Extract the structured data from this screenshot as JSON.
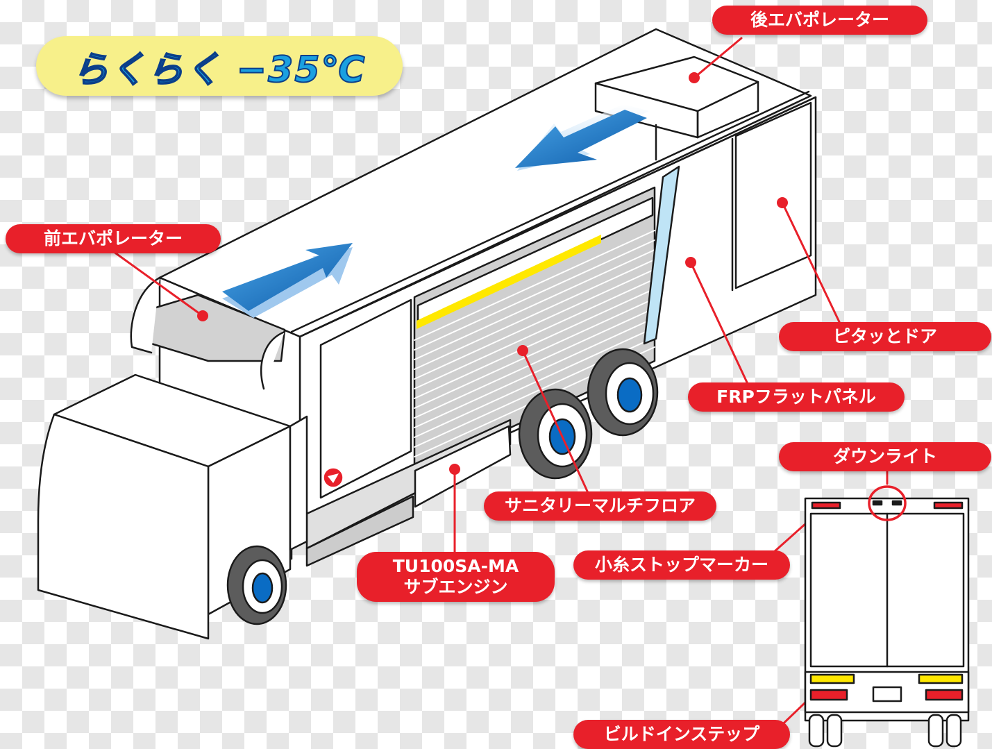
{
  "title": "らくらく −35℃",
  "labels": {
    "rear_evaporator": "後エバポレーター",
    "front_evaporator": "前エバポレーター",
    "pittato_door": "ピタッとドア",
    "frp_flat_panel": "FRPフラットパネル",
    "sanitary_multi_floor": "サニタリーマルチフロア",
    "sub_engine_line1": "TU100SA-MA",
    "sub_engine_line2": "サブエンジン",
    "downlight": "ダウンライト",
    "marker": "小糸ストップマーカー",
    "built_in_step": "ビルドインステップ"
  },
  "colors": {
    "callout": "#e8202a",
    "arrow_blue": "#1f78c8",
    "wheel_blue": "#0a6cc4",
    "accent_yellow": "#ffe800",
    "frp_strip": "#bfe4f6",
    "rear_light_red": "#e8202a",
    "rear_light_yellow": "#ffe800"
  }
}
